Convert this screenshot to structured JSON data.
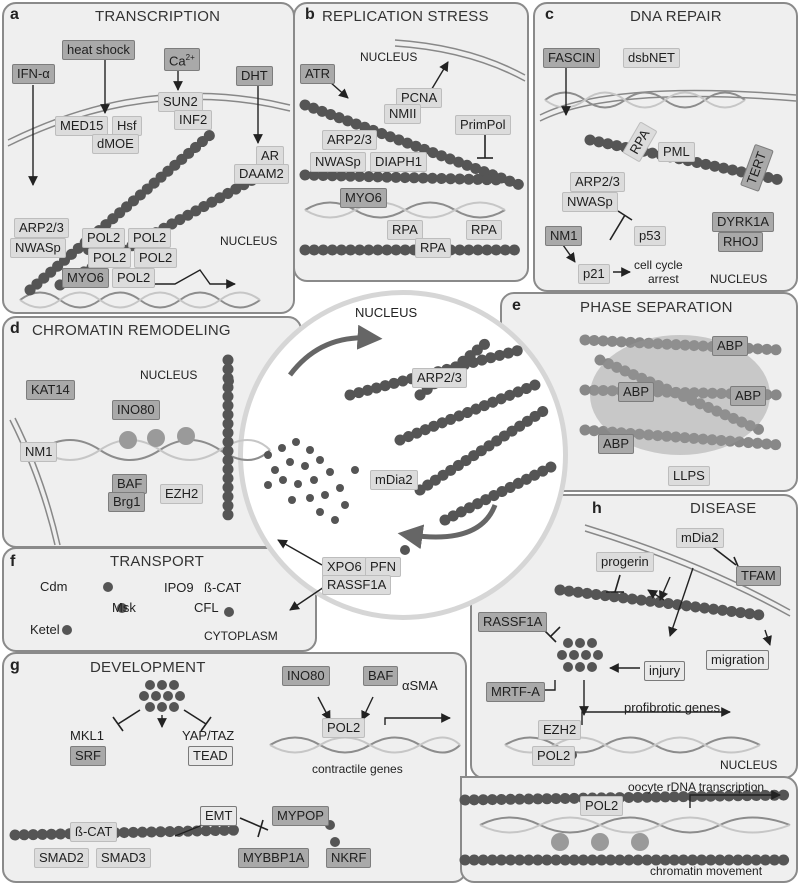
{
  "center": {
    "nucleus": "NUCLEUS",
    "arp23": "ARP2/3",
    "mdia2": "mDia2",
    "xpo6": "XPO6",
    "pfn": "PFN",
    "rassf1a": "RASSF1A"
  },
  "panel_a": {
    "letter": "a",
    "title": "TRANSCRIPTION",
    "labels": {
      "heat_shock": "heat shock",
      "ca": "Ca",
      "ca_sup": "2+",
      "ifn": "IFN-α",
      "dht": "DHT",
      "sun2": "SUN2",
      "inf2": "INF2",
      "med15": "MED15",
      "hsf": "Hsf",
      "dmoe": "dMOE",
      "ar": "AR",
      "daam2": "DAAM2",
      "arp23": "ARP2/3",
      "nwasp": "NWASp",
      "pol2a": "POL2",
      "pol2b": "POL2",
      "pol2c": "POL2",
      "pol2d": "POL2",
      "myo6": "MYO6",
      "pol2e": "POL2",
      "nucleus": "NUCLEUS"
    }
  },
  "panel_b": {
    "letter": "b",
    "title": "REPLICATION STRESS",
    "labels": {
      "nucleus": "NUCLEUS",
      "atr": "ATR",
      "pcna": "PCNA",
      "nmii": "NMII",
      "primpol": "PrimPol",
      "arp23": "ARP2/3",
      "nwasp": "NWASp",
      "diaph1": "DIAPH1",
      "myo6": "MYO6",
      "rpa1": "RPA",
      "rpa2": "RPA",
      "rpa3": "RPA"
    }
  },
  "panel_c": {
    "letter": "c",
    "title": "DNA REPAIR",
    "labels": {
      "fascin": "FASCIN",
      "dsbnet": "dsbNET",
      "rpa": "RPA",
      "pml": "PML",
      "tert": "TERT",
      "arp23": "ARP2/3",
      "nwasp": "NWASp",
      "p53": "p53",
      "dyrk1a": "DYRK1A",
      "rhoj": "RHOJ",
      "nm1": "NM1",
      "p21": "p21",
      "arrest1": "cell cycle",
      "arrest2": "arrest",
      "nucleus": "NUCLEUS"
    }
  },
  "panel_d": {
    "letter": "d",
    "title": "CHROMATIN REMODELING",
    "labels": {
      "kat14": "KAT14",
      "nucleus": "NUCLEUS",
      "ino80": "INO80",
      "nm1": "NM1",
      "baf": "BAF",
      "brg1": "Brg1",
      "ezh2": "EZH2"
    }
  },
  "panel_e": {
    "letter": "e",
    "title": "PHASE SEPARATION",
    "labels": {
      "abp1": "ABP",
      "abp2": "ABP",
      "abp3": "ABP",
      "abp4": "ABP",
      "llps": "LLPS"
    }
  },
  "panel_f": {
    "letter": "f",
    "title": "TRANSPORT",
    "labels": {
      "cdm": "Cdm",
      "msk": "Msk",
      "ketel": "Ketel",
      "ipo9": "IPO9",
      "bcat": "ß-CAT",
      "cfl": "CFL",
      "cytoplasm": "CYTOPLASM"
    }
  },
  "panel_g": {
    "letter": "g",
    "title": "DEVELOPMENT",
    "labels": {
      "mkl1": "MKL1",
      "srf": "SRF",
      "yaptaz": "YAP/TAZ",
      "tead": "TEAD",
      "ino80": "INO80",
      "baf": "BAF",
      "asma": "αSMA",
      "pol2": "POL2",
      "contractile": "contractile genes",
      "bcat": "ß-CAT",
      "smad2": "SMAD2",
      "smad3": "SMAD3",
      "emt": "EMT",
      "mypop": "MYPOP",
      "mybbp1a": "MYBBP1A",
      "nkrf": "NKRF",
      "pol2b": "POL2",
      "oocyte": "oocyte rDNA transcription",
      "chromatin": "chromatin movement"
    }
  },
  "panel_h": {
    "letter": "h",
    "title": "DISEASE",
    "labels": {
      "mdia2": "mDia2",
      "progerin": "progerin",
      "tfam": "TFAM",
      "rassf1a": "RASSF1A",
      "injury": "injury",
      "migration": "migration",
      "mrtfa": "MRTF-A",
      "ezh2": "EZH2",
      "pol2": "POL2",
      "profibrotic": "profibrotic genes",
      "nucleus": "NUCLEUS"
    }
  },
  "colors": {
    "panel_bg": "#efefef",
    "panel_border": "#8a8a8a",
    "actin_dark": "#5a5a5a",
    "actin_light": "#8e8e8e",
    "box_dark": "#a9a9a9",
    "box_light": "#dcdcdc"
  }
}
